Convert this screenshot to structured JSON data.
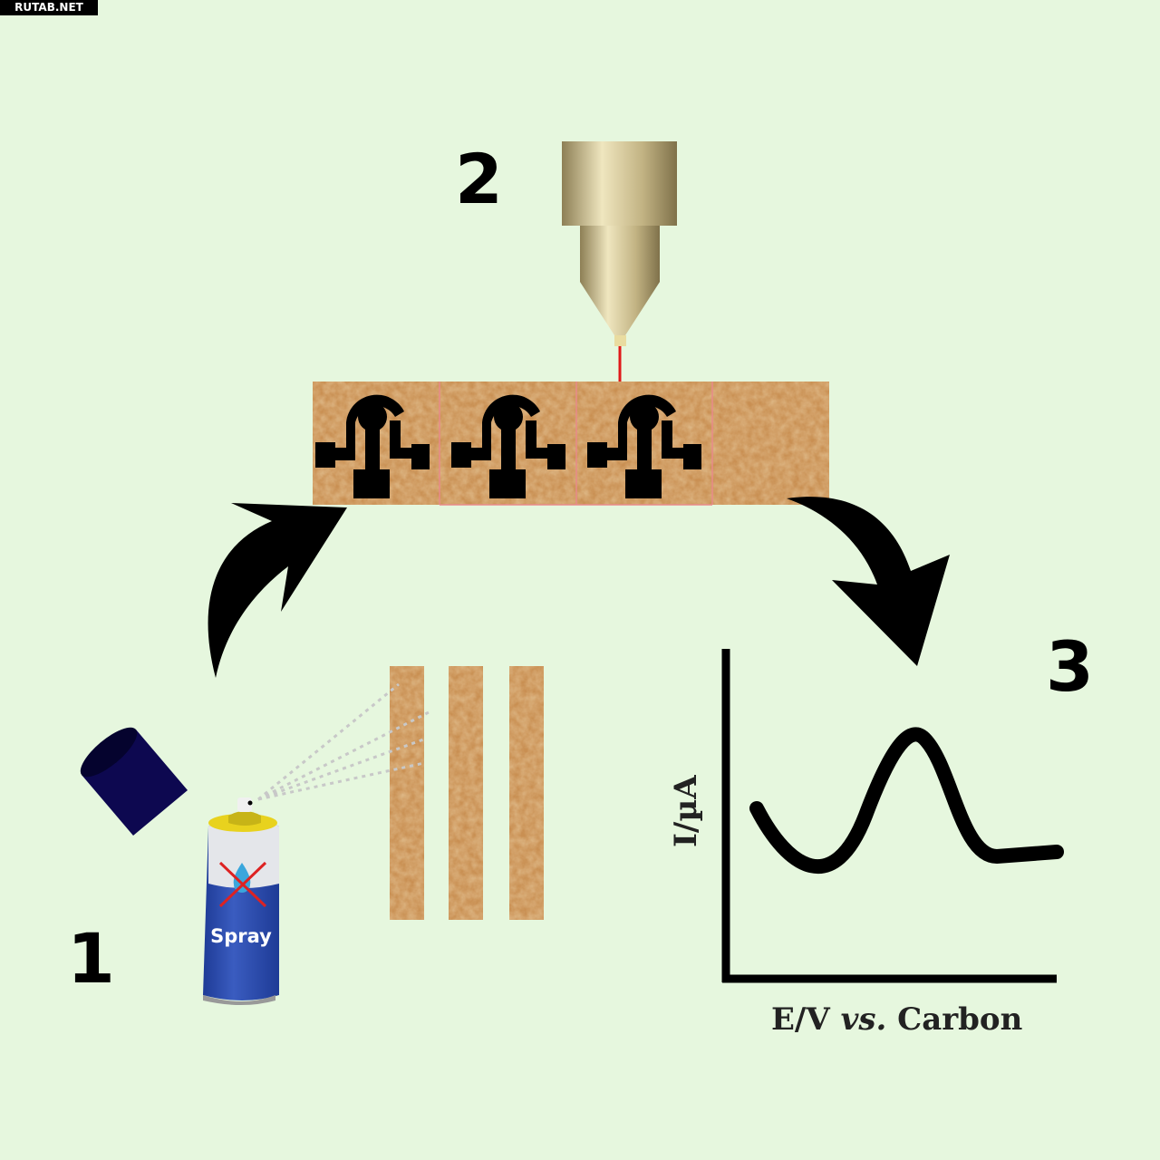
{
  "watermark": "RUTAB.NET",
  "steps": [
    "1",
    "2",
    "3"
  ],
  "spray_can": {
    "label": "Spray"
  },
  "plot": {
    "ylabel": "I/µA",
    "xlabel_prefix": "E/V ",
    "xlabel_italic": "vs.",
    "xlabel_suffix": " Carbon"
  },
  "colors": {
    "background": "#e6f7de",
    "cork": "#c98f52",
    "cap": "#0d0850",
    "can_body": "#2d4fb0",
    "laser": "#e01818",
    "nozzle": "#c9b98a"
  }
}
